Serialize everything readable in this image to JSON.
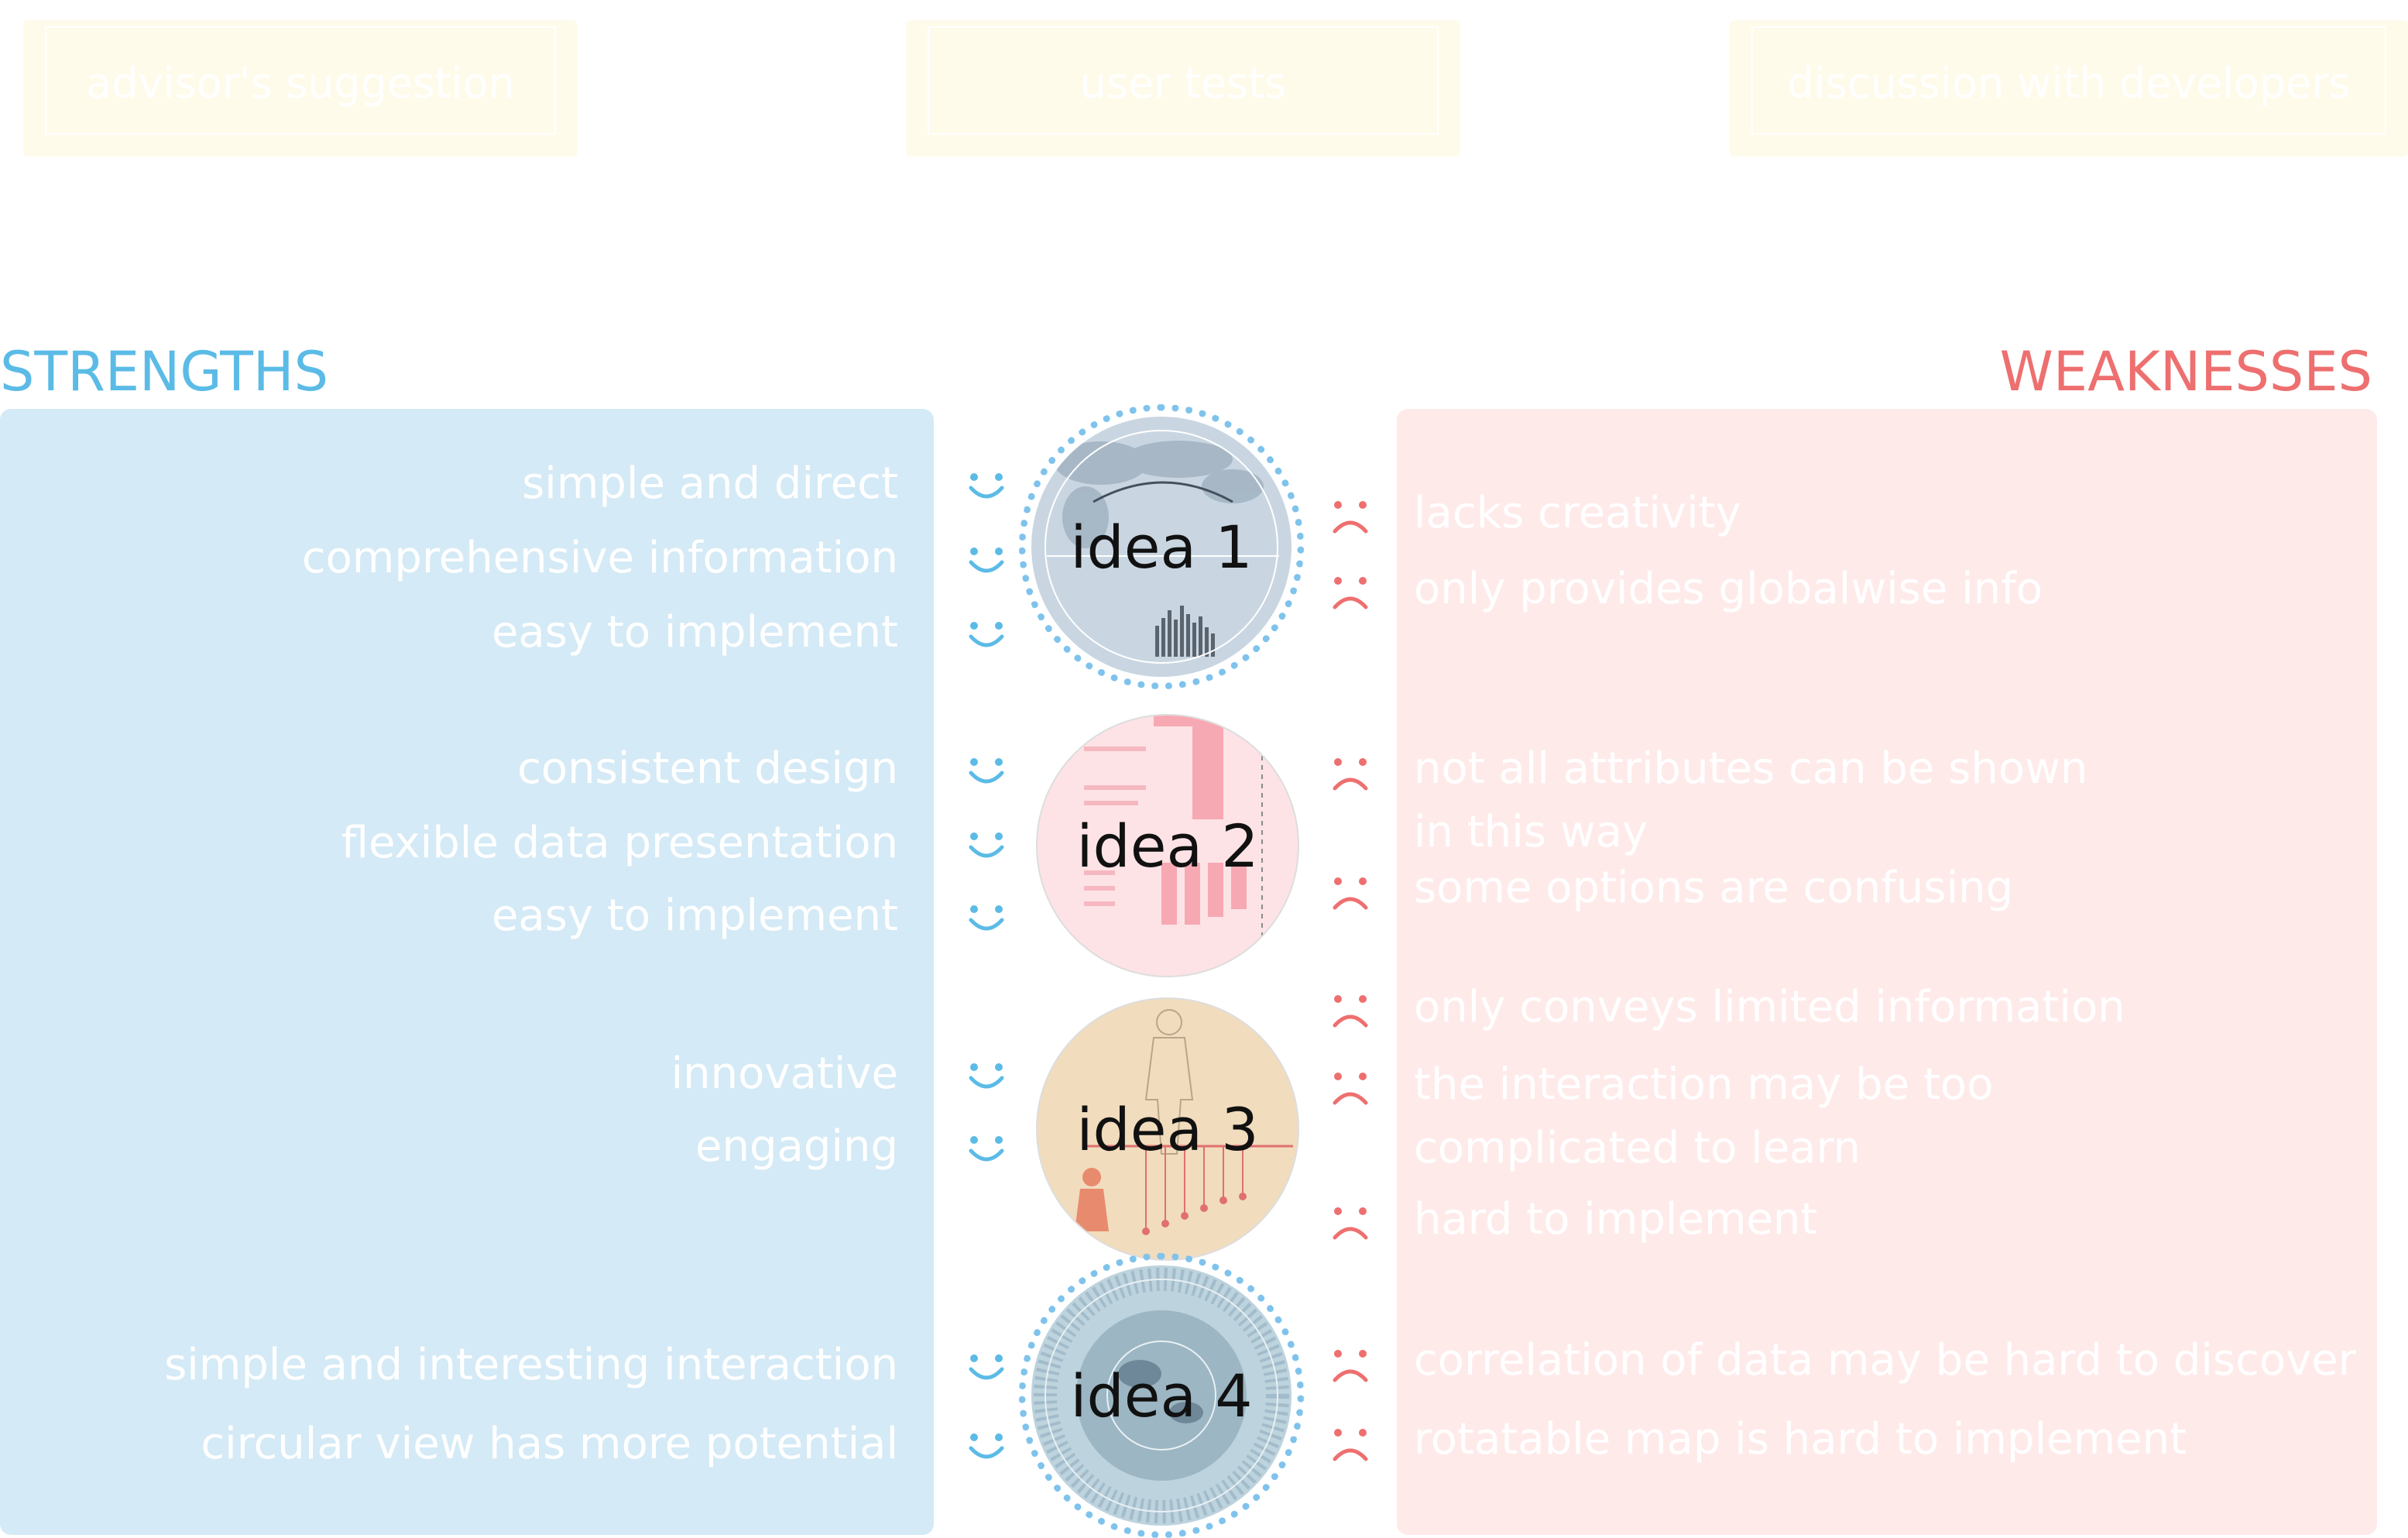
{
  "top_boxes": [
    {
      "label": "advisor's suggestion"
    },
    {
      "label": "user tests"
    },
    {
      "label": "discussion with developers"
    }
  ],
  "strengths": {
    "heading": "STRENGTHS",
    "color": "#5bbbe6",
    "panel_color": "#d4eaf6",
    "items": [
      "simple and direct",
      "comprehensive information",
      "easy to implement",
      "consistent design",
      "flexible data presentation",
      "easy to implement",
      "innovative",
      "engaging",
      "simple and interesting interaction",
      "circular view has more potential"
    ]
  },
  "weaknesses": {
    "heading": "WEAKNESSES",
    "color": "#ee6f6f",
    "panel_color": "#ffeaea",
    "items": [
      "lacks creativity",
      "only provides globalwise info",
      "not all attributes can be shown",
      "in this way",
      "some options are confusing",
      "only conveys limited information",
      "the interaction may be too",
      "complicated to learn",
      "hard to implement",
      "correlation of data may be hard to discover",
      "rotatable map is hard to implement"
    ]
  },
  "ideas": [
    {
      "label": "idea 1",
      "tint": "#c9d6e2"
    },
    {
      "label": "idea 2",
      "tint": "#fde3e6"
    },
    {
      "label": "idea 3",
      "tint": "#f1dcbd"
    },
    {
      "label": "idea 4",
      "tint": "#bdd3dd"
    }
  ]
}
